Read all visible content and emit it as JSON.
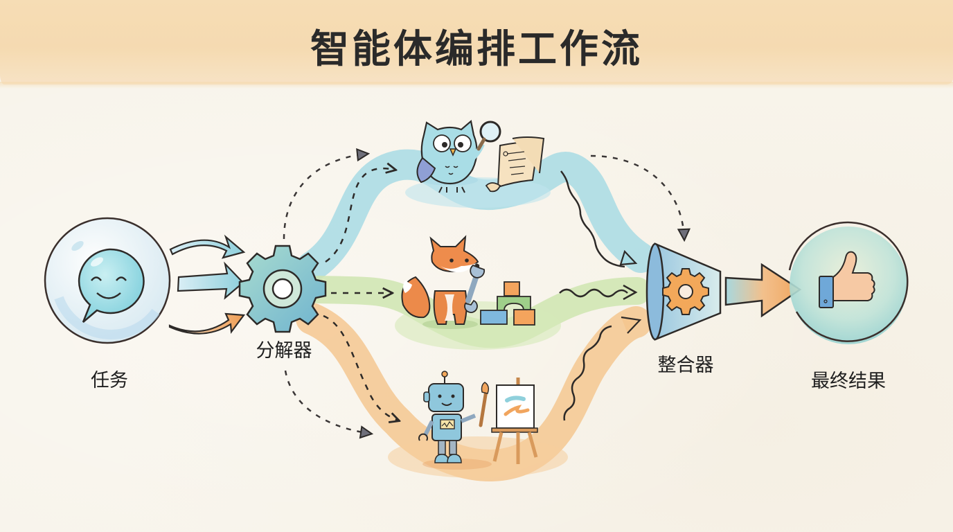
{
  "title": "智能体编排工作流",
  "nodes": {
    "task": {
      "label": "任务",
      "icon": "smiling-chat-bubble-icon"
    },
    "decomposer": {
      "label": "分解器",
      "icon": "gear-icon"
    },
    "integrator": {
      "label": "整合器",
      "icon": "funnel-gear-icon"
    },
    "result": {
      "label": "最终结果",
      "icon": "thumbs-up-icon"
    }
  },
  "agents": [
    {
      "name": "owl-researcher",
      "icon": "owl-with-magnifier-and-scroll",
      "path_color": "#9fd5e0"
    },
    {
      "name": "fox-builder",
      "icon": "fox-with-wrench-and-blocks",
      "path_color": "#c5e0a5"
    },
    {
      "name": "robot-artist",
      "icon": "robot-painting-at-easel",
      "path_color": "#f3c28a"
    }
  ],
  "colors": {
    "background": "#f8f4eb",
    "title_band": "#f5d9ae",
    "blue": "#9fd5e0",
    "green": "#c5e0a5",
    "orange": "#f3c28a",
    "ink": "#2d2a28"
  }
}
